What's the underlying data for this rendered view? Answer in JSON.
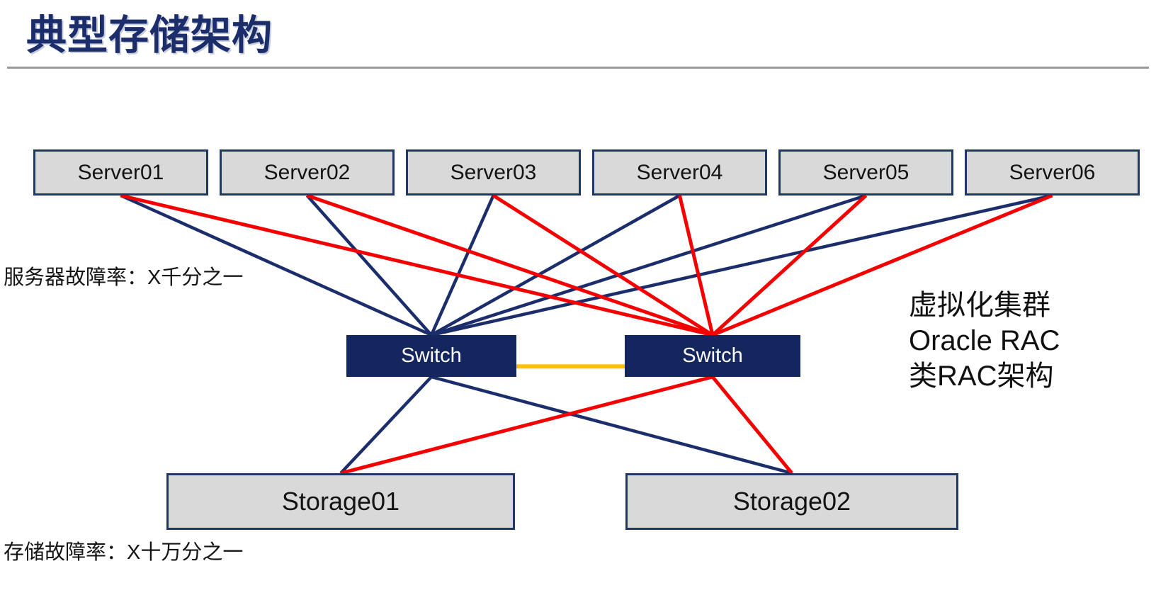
{
  "title": "典型存储架构",
  "labels": {
    "server_failure_rate": "服务器故障率：X千分之一",
    "storage_failure_rate": "存储故障率：X十万分之一"
  },
  "annotation": {
    "line1": "虚拟化集群",
    "line2": "Oracle RAC",
    "line3": "类RAC架构"
  },
  "servers": [
    "Server01",
    "Server02",
    "Server03",
    "Server04",
    "Server05",
    "Server06"
  ],
  "switches": [
    "Switch",
    "Switch"
  ],
  "storages": [
    "Storage01",
    "Storage02"
  ],
  "colors": {
    "navy": "#1B2E6B",
    "red": "#F50000",
    "orange": "#FFC000",
    "box_fill": "#D9D9D9",
    "box_border": "#1F3864",
    "switch_fill": "#14265E",
    "title": "#1B2E6B"
  },
  "edges": [
    {
      "from": "server0:bottom",
      "to": "switch0:top",
      "color": "navy",
      "w": 4.5
    },
    {
      "from": "server1:bottom",
      "to": "switch0:top",
      "color": "navy",
      "w": 4.5
    },
    {
      "from": "server2:bottom",
      "to": "switch0:top",
      "color": "navy",
      "w": 4.5
    },
    {
      "from": "server3:bottom",
      "to": "switch0:top",
      "color": "navy",
      "w": 4.5
    },
    {
      "from": "server4:bottom",
      "to": "switch0:top",
      "color": "navy",
      "w": 4.5
    },
    {
      "from": "server5:bottom",
      "to": "switch0:top",
      "color": "navy",
      "w": 4.5
    },
    {
      "from": "server0:bottom",
      "to": "switch1:top",
      "color": "red",
      "w": 5
    },
    {
      "from": "server1:bottom",
      "to": "switch1:top",
      "color": "red",
      "w": 5
    },
    {
      "from": "server2:bottom",
      "to": "switch1:top",
      "color": "red",
      "w": 5
    },
    {
      "from": "server3:bottom",
      "to": "switch1:top",
      "color": "red",
      "w": 5
    },
    {
      "from": "server4:bottom",
      "to": "switch1:top",
      "color": "red",
      "w": 5
    },
    {
      "from": "server5:bottom",
      "to": "switch1:top",
      "color": "red",
      "w": 5
    },
    {
      "from": "switch0:bottom",
      "to": "storage0:top",
      "color": "navy",
      "w": 4.5
    },
    {
      "from": "switch0:bottom",
      "to": "storage1:top",
      "color": "navy",
      "w": 4.5
    },
    {
      "from": "switch1:bottom",
      "to": "storage0:top",
      "color": "red",
      "w": 5
    },
    {
      "from": "switch1:bottom",
      "to": "storage1:top",
      "color": "red",
      "w": 5
    },
    {
      "from": "switch0:rightlow",
      "to": "switch1:leftlow",
      "color": "orange",
      "w": 6
    }
  ]
}
